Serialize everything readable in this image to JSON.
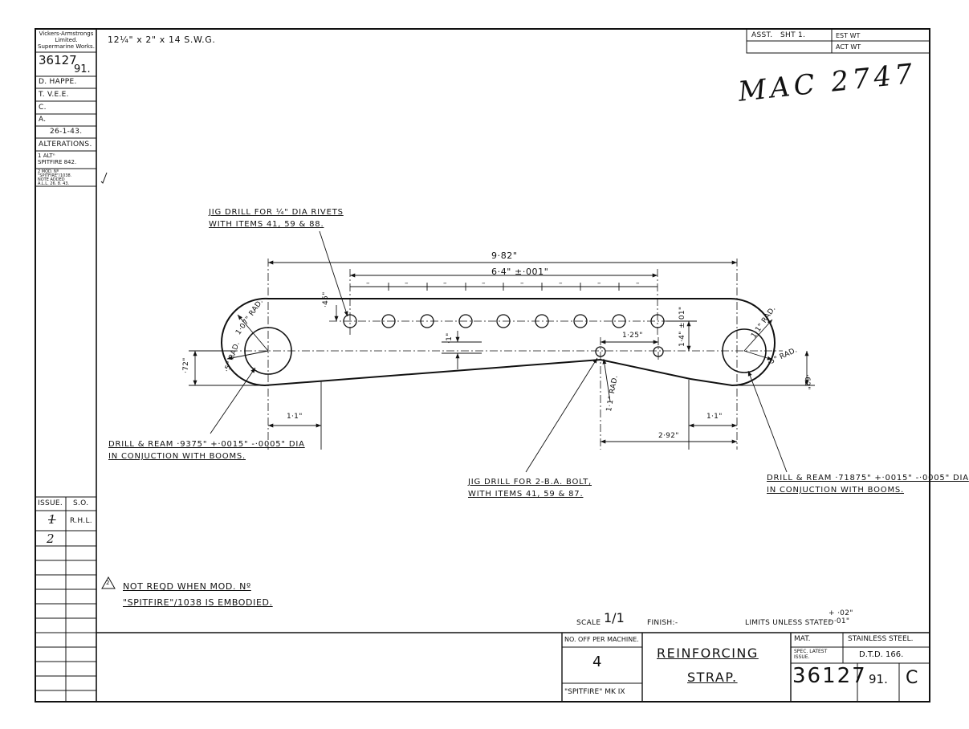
{
  "company": [
    "Vickers-Armstrongs",
    "Limited.",
    "Supermarine Works."
  ],
  "drawing_no_prefix": "36127",
  "drawing_no_suffix": "91.",
  "material_size": "12¼\" x 2\" x 14 S.W.G.",
  "handwritten_ref": "MAC 2747",
  "signatures": [
    "D. HAPPE.",
    "T. V.E.E.",
    "C.",
    "A."
  ],
  "date": "26-1-43.",
  "alterations_title": "ALTERATIONS.",
  "alterations": [
    {
      "no": "1",
      "text": [
        "ALTⁿ",
        "SPITFIRE 842."
      ]
    },
    {
      "no": "2",
      "text": [
        "MOD. Nº",
        "\"SPITFIRE\"/1038.",
        "NOTE ADDED",
        "A.L.L. 26. 8. 43."
      ]
    }
  ],
  "issue_table": {
    "headers": [
      "ISSUE.",
      "S.O."
    ],
    "rows": [
      {
        "issue": "1",
        "so": "R.H.L."
      },
      {
        "issue": "2",
        "so": ""
      }
    ]
  },
  "title_block": {
    "asst": "ASST.",
    "sht": "SHT 1.",
    "est_wt": "EST WT",
    "act_wt": "ACT WT",
    "scale_label": "SCALE",
    "scale_value": "1/1",
    "finish_label": "FINISH:-",
    "limits_label": "LIMITS UNLESS STATED",
    "limits_plus": "+ ·02\"",
    "limits_minus": "- ·01\"",
    "no_off_label": "NO. OFF PER MACHINE.",
    "no_off_value": "4",
    "aircraft": "\"SPITFIRE\" MK IX",
    "title_line1": "REINFORCING",
    "title_line2": "STRAP.",
    "mat_label": "MAT.",
    "mat_value": "STAINLESS STEEL.",
    "spec_label": "SPEC. LATEST ISSUE.",
    "spec_value": "D.T.D. 166.",
    "number_main": "36127",
    "number_sub": "91.",
    "number_rev": "C"
  },
  "notes": {
    "jig_drill_rivets": [
      "JIG DRILL FOR ¼\" DIA RIVETS",
      "WITH ITEMS 41, 59 & 88."
    ],
    "drill_ream_left": [
      "DRILL & REAM ·9375\" +·0015\" -·0005\" DIA",
      "IN CONJUCTION WITH BOOMS."
    ],
    "jig_drill_bolt": [
      "JIG DRILL FOR 2-B.A. BOLT,",
      "WITH ITEMS 41, 59 & 87."
    ],
    "drill_ream_right": [
      "DRILL & REAM ·71875\" +·0015\" -·0005\" DIA",
      "IN CONJUCTION WITH BOOMS."
    ],
    "note2": [
      "NOT REQD WHEN MOD. Nº",
      "\"SPITFIRE\"/1038 IS EMBODIED."
    ],
    "note2_marker": "2"
  },
  "dimensions": {
    "overall": "9·82\"",
    "pitch_total": "6·4\" ±·001\"",
    "pitch_dash": "–",
    "hole_offset": "·45\"",
    "left_rad_outer": "1·07\" RAD.",
    "left_rad_inner": "·5\" RAD.",
    "right_rad_outer": "1·1\" RAD.",
    "right_rad_inner": "·5\" RAD.",
    "left_height": "·72\"",
    "right_height": "·62\"",
    "bolt_spacing": "1·25\"",
    "vertical_small": "·1\"",
    "vertical_right": "1·4\" ±·01\"",
    "bend_rad": "1·1\" RAD.",
    "left_taper": "1·1\"",
    "right_taper": "1·1\"",
    "bolt_to_end": "2·92\""
  }
}
